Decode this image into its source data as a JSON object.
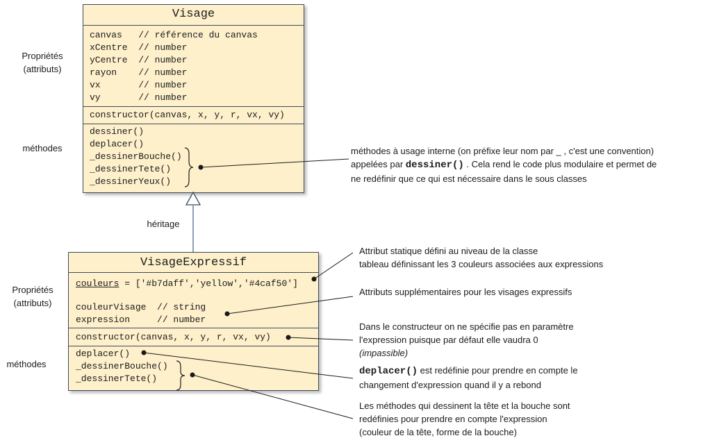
{
  "visage": {
    "title": "Visage",
    "props": [
      "canvas   // référence du canvas",
      "xCentre  // number",
      "yCentre  // number",
      "rayon    // number",
      "vx       // number",
      "vy       // number"
    ],
    "constructor": "constructor(canvas, x, y, r, vx, vy)",
    "methods": [
      "dessiner()",
      "deplacer()",
      "_dessinerBouche()",
      "_dessinerTete()",
      "_dessinerYeux()"
    ]
  },
  "expressif": {
    "title": "VisageExpressif",
    "static_name": "couleurs",
    "static_value": " = ['#b7daff','yellow','#4caf50']",
    "props": [
      "couleurVisage  // string",
      "expression     // number"
    ],
    "constructor": "constructor(canvas, x, y, r, vx, vy)",
    "methods": [
      "deplacer()",
      "_dessinerBouche()",
      "_dessinerTete()"
    ]
  },
  "side_labels": {
    "props1": [
      "Propriétés",
      "(attributs)"
    ],
    "methods1": "méthodes",
    "heritage": "héritage",
    "props2": [
      "Propriétés",
      "(attributs)"
    ],
    "methods2": "méthodes"
  },
  "notes": {
    "internal": {
      "line1": "méthodes à usage interne (on préfixe leur nom par _ , c'est une convention)",
      "line2_pre": "appelées par ",
      "line2_code": "dessiner()",
      "line2_post": " . Cela rend le code plus modulaire et permet de",
      "line3": "ne redéfinir que ce qui est nécessaire dans le sous classes"
    },
    "static": {
      "line1": "Attribut statique défini au niveau de la classe",
      "line2": "tableau définissant les 3 couleurs associées aux expressions"
    },
    "extra": {
      "line1": "Attributs supplémentaires pour les visages expressifs"
    },
    "ctor": {
      "line1": "Dans le constructeur on ne spécifie pas en paramètre",
      "line2": "l'expression puisque par défaut elle vaudra 0",
      "line3": "(impassible)"
    },
    "deplacer": {
      "code": "deplacer()",
      "line1_post": "  est redéfinie pour prendre en compte le",
      "line2": "changement d'expression quand il y a rebond"
    },
    "draw": {
      "line1": "Les méthodes qui dessinent la tête et la bouche sont",
      "line2": "redéfinies pour prendre en compte l'expression",
      "line3": "(couleur de la tête, forme de la  bouche)"
    }
  }
}
